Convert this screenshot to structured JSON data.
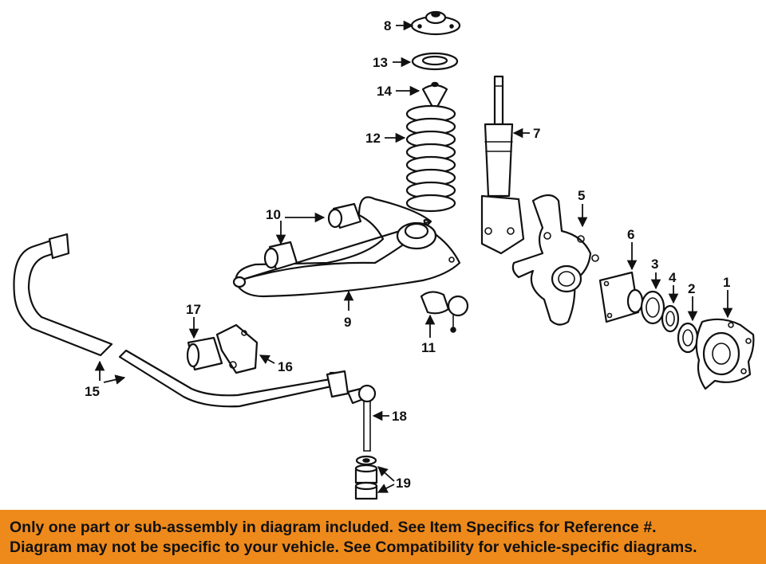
{
  "diagram": {
    "callouts": [
      {
        "id": "1",
        "text": "1"
      },
      {
        "id": "2",
        "text": "2"
      },
      {
        "id": "3",
        "text": "3"
      },
      {
        "id": "4",
        "text": "4"
      },
      {
        "id": "5",
        "text": "5"
      },
      {
        "id": "6",
        "text": "6"
      },
      {
        "id": "7",
        "text": "7"
      },
      {
        "id": "8",
        "text": "8"
      },
      {
        "id": "9",
        "text": "9"
      },
      {
        "id": "10",
        "text": "10"
      },
      {
        "id": "11",
        "text": "11"
      },
      {
        "id": "12",
        "text": "12"
      },
      {
        "id": "13",
        "text": "13"
      },
      {
        "id": "14",
        "text": "14"
      },
      {
        "id": "15",
        "text": "15"
      },
      {
        "id": "16",
        "text": "16"
      },
      {
        "id": "17",
        "text": "17"
      },
      {
        "id": "18",
        "text": "18"
      },
      {
        "id": "19",
        "text": "19"
      }
    ]
  },
  "banner": {
    "line1": "Only one part or sub-assembly in diagram included. See Item Specifics for Reference #.",
    "line2": "Diagram may not be specific to your vehicle. See Compatibility for vehicle-specific diagrams.",
    "background": "#ee8a1c",
    "text_color": "#111111"
  }
}
